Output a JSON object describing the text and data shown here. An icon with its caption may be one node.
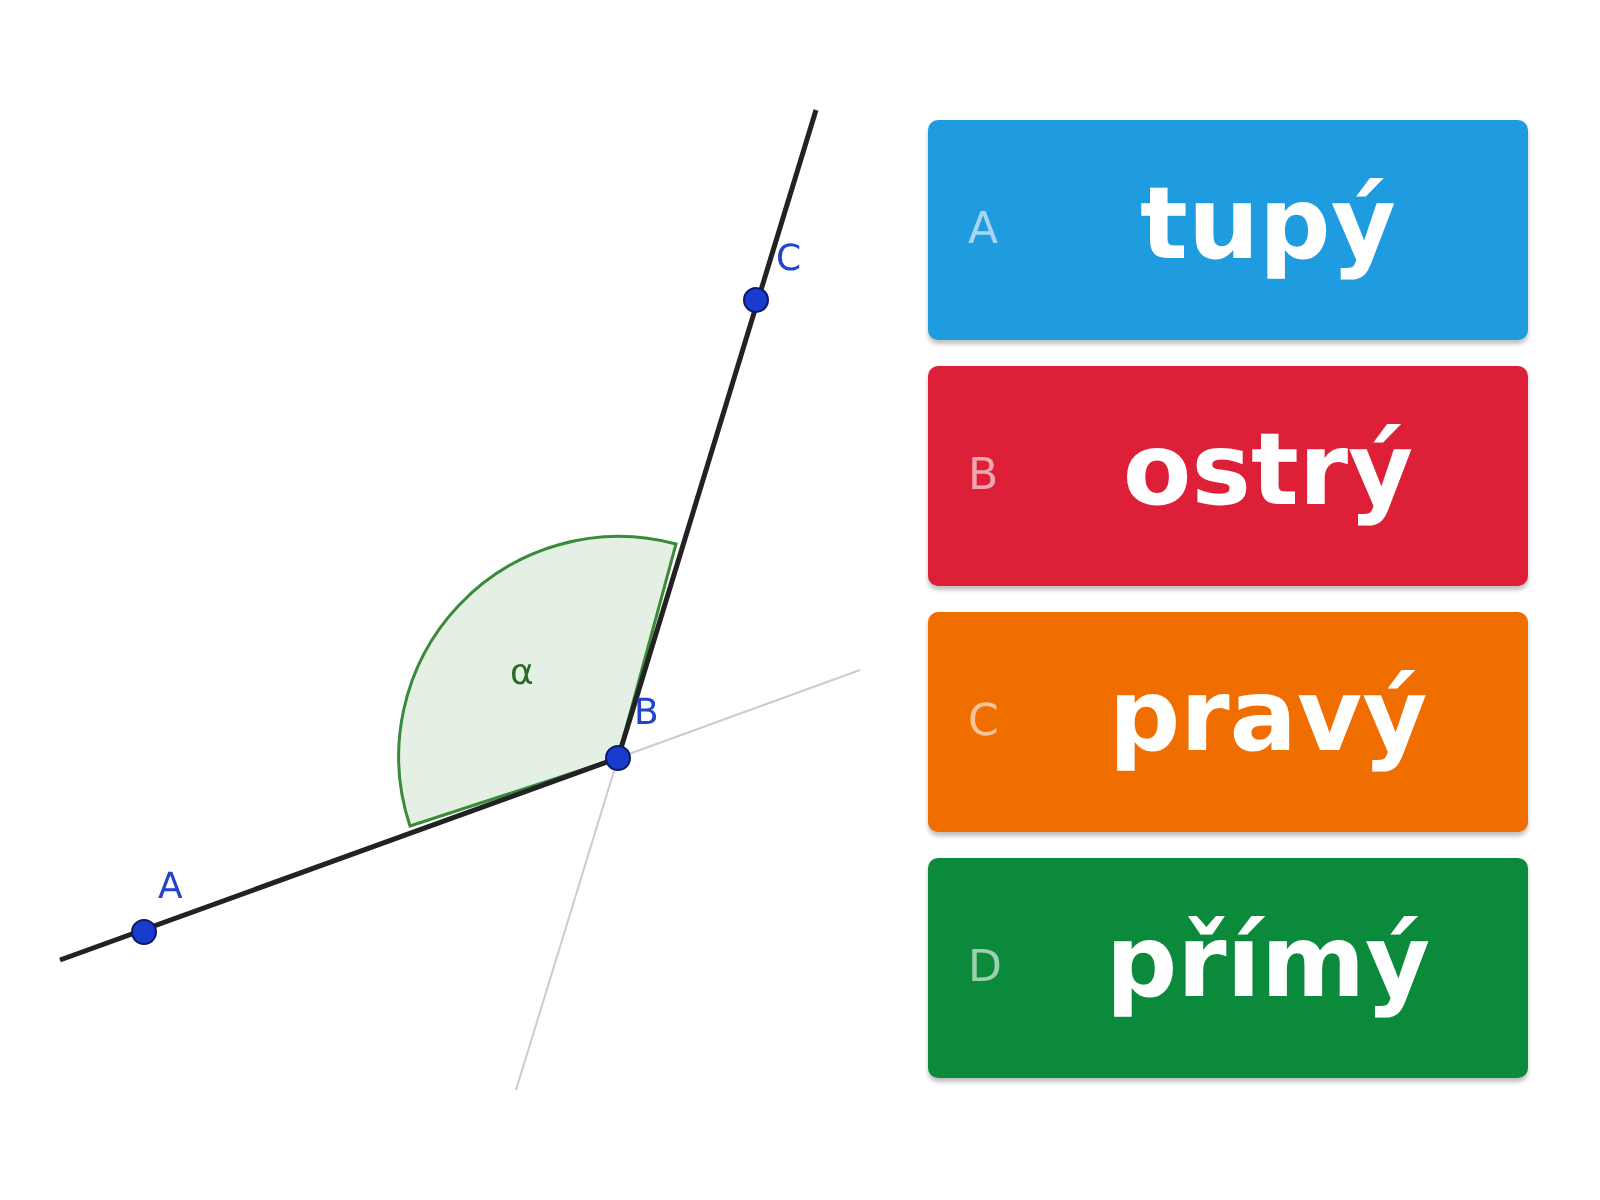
{
  "diagram": {
    "nodes": [
      {
        "text": [
          "A",
          "tupý"
        ]
      },
      {
        "text": [
          "B",
          "ostrý"
        ]
      },
      {
        "text": [
          "C",
          "pravý"
        ]
      },
      {
        "text": [
          "D",
          "přímý"
        ]
      }
    ],
    "labels": [
      "C",
      "α",
      "B",
      "A"
    ]
  }
}
